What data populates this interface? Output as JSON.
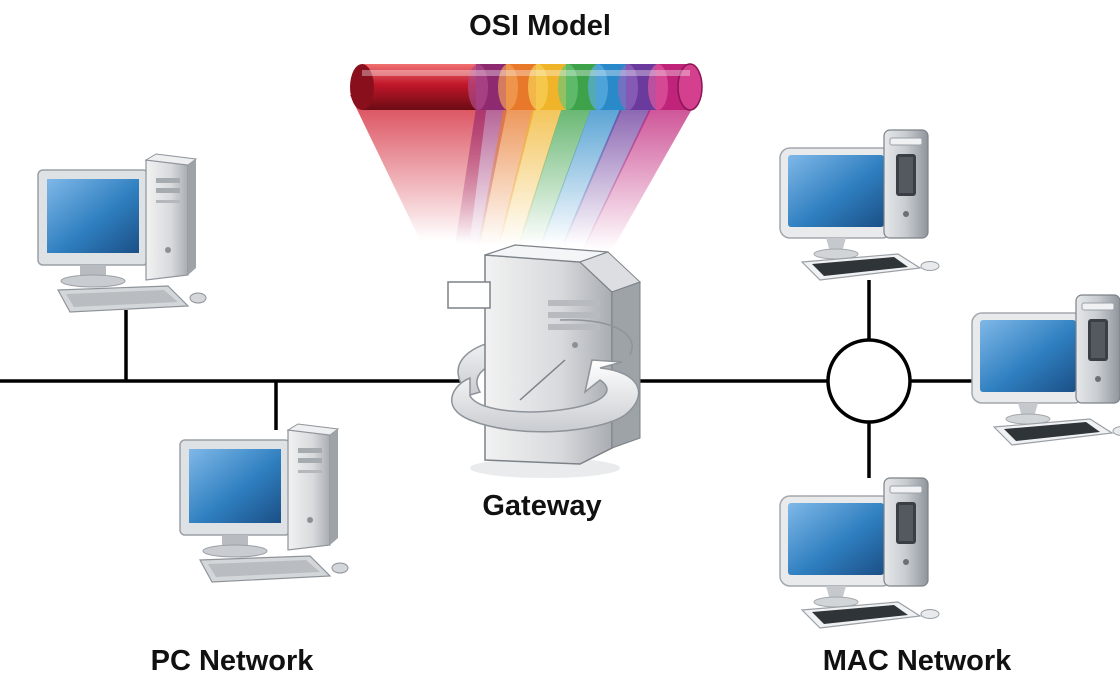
{
  "labels": {
    "osi_model": "OSI Model",
    "gateway": "Gateway",
    "pc_network": "PC Network",
    "mac_network": "MAC Network"
  },
  "colors": {
    "line": "#000000",
    "screen": "#2f7fc0",
    "osi_layers": [
      "#c0172a",
      "#8e2a6f",
      "#e8792a",
      "#f0b42a",
      "#3da24a",
      "#2a89c8",
      "#6a3a9c",
      "#c0237a"
    ]
  },
  "icons": {
    "pc": "desktop-computer-icon",
    "mac": "mac-computer-icon",
    "gateway": "gateway-server-icon",
    "osi": "osi-layer-cylinder-icon",
    "hub": "hub-circle-icon"
  }
}
